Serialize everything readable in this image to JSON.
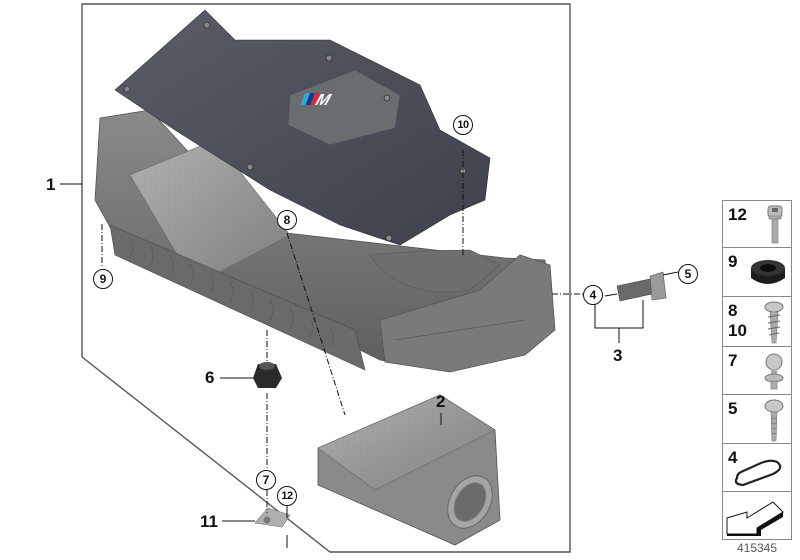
{
  "diagram": {
    "id": "415345",
    "description": "Intake silencer / filter cartridge exploded parts diagram",
    "colors": {
      "frame": "#555555",
      "cover": "#4a4d58",
      "housing": "#7b7b7b",
      "filter": "#9a9a9a",
      "m_blue_light": "#2ea8e0",
      "m_blue_dark": "#1b3a8c",
      "m_red": "#e0282e"
    }
  },
  "callouts": [
    {
      "num": "1",
      "style": "plain"
    },
    {
      "num": "2",
      "style": "plain"
    },
    {
      "num": "3",
      "style": "plain"
    },
    {
      "num": "4",
      "style": "circled"
    },
    {
      "num": "5",
      "style": "circled"
    },
    {
      "num": "6",
      "style": "plain"
    },
    {
      "num": "7",
      "style": "circled"
    },
    {
      "num": "8",
      "style": "circled"
    },
    {
      "num": "9",
      "style": "circled"
    },
    {
      "num": "10",
      "style": "circled"
    },
    {
      "num": "11",
      "style": "plain"
    },
    {
      "num": "12",
      "style": "circled"
    }
  ],
  "legend": {
    "rows": [
      {
        "nums": [
          "12"
        ],
        "icon": "socket-head-bolt"
      },
      {
        "nums": [
          "9"
        ],
        "icon": "rubber-grommet"
      },
      {
        "nums": [
          "8",
          "10"
        ],
        "icon": "self-tapping-screw"
      },
      {
        "nums": [
          "7"
        ],
        "icon": "ball-stud"
      },
      {
        "nums": [
          "5"
        ],
        "icon": "torx-screw"
      },
      {
        "nums": [
          "4"
        ],
        "icon": "oval-seal-ring"
      },
      {
        "nums": [],
        "icon": "direction-arrow"
      }
    ]
  }
}
